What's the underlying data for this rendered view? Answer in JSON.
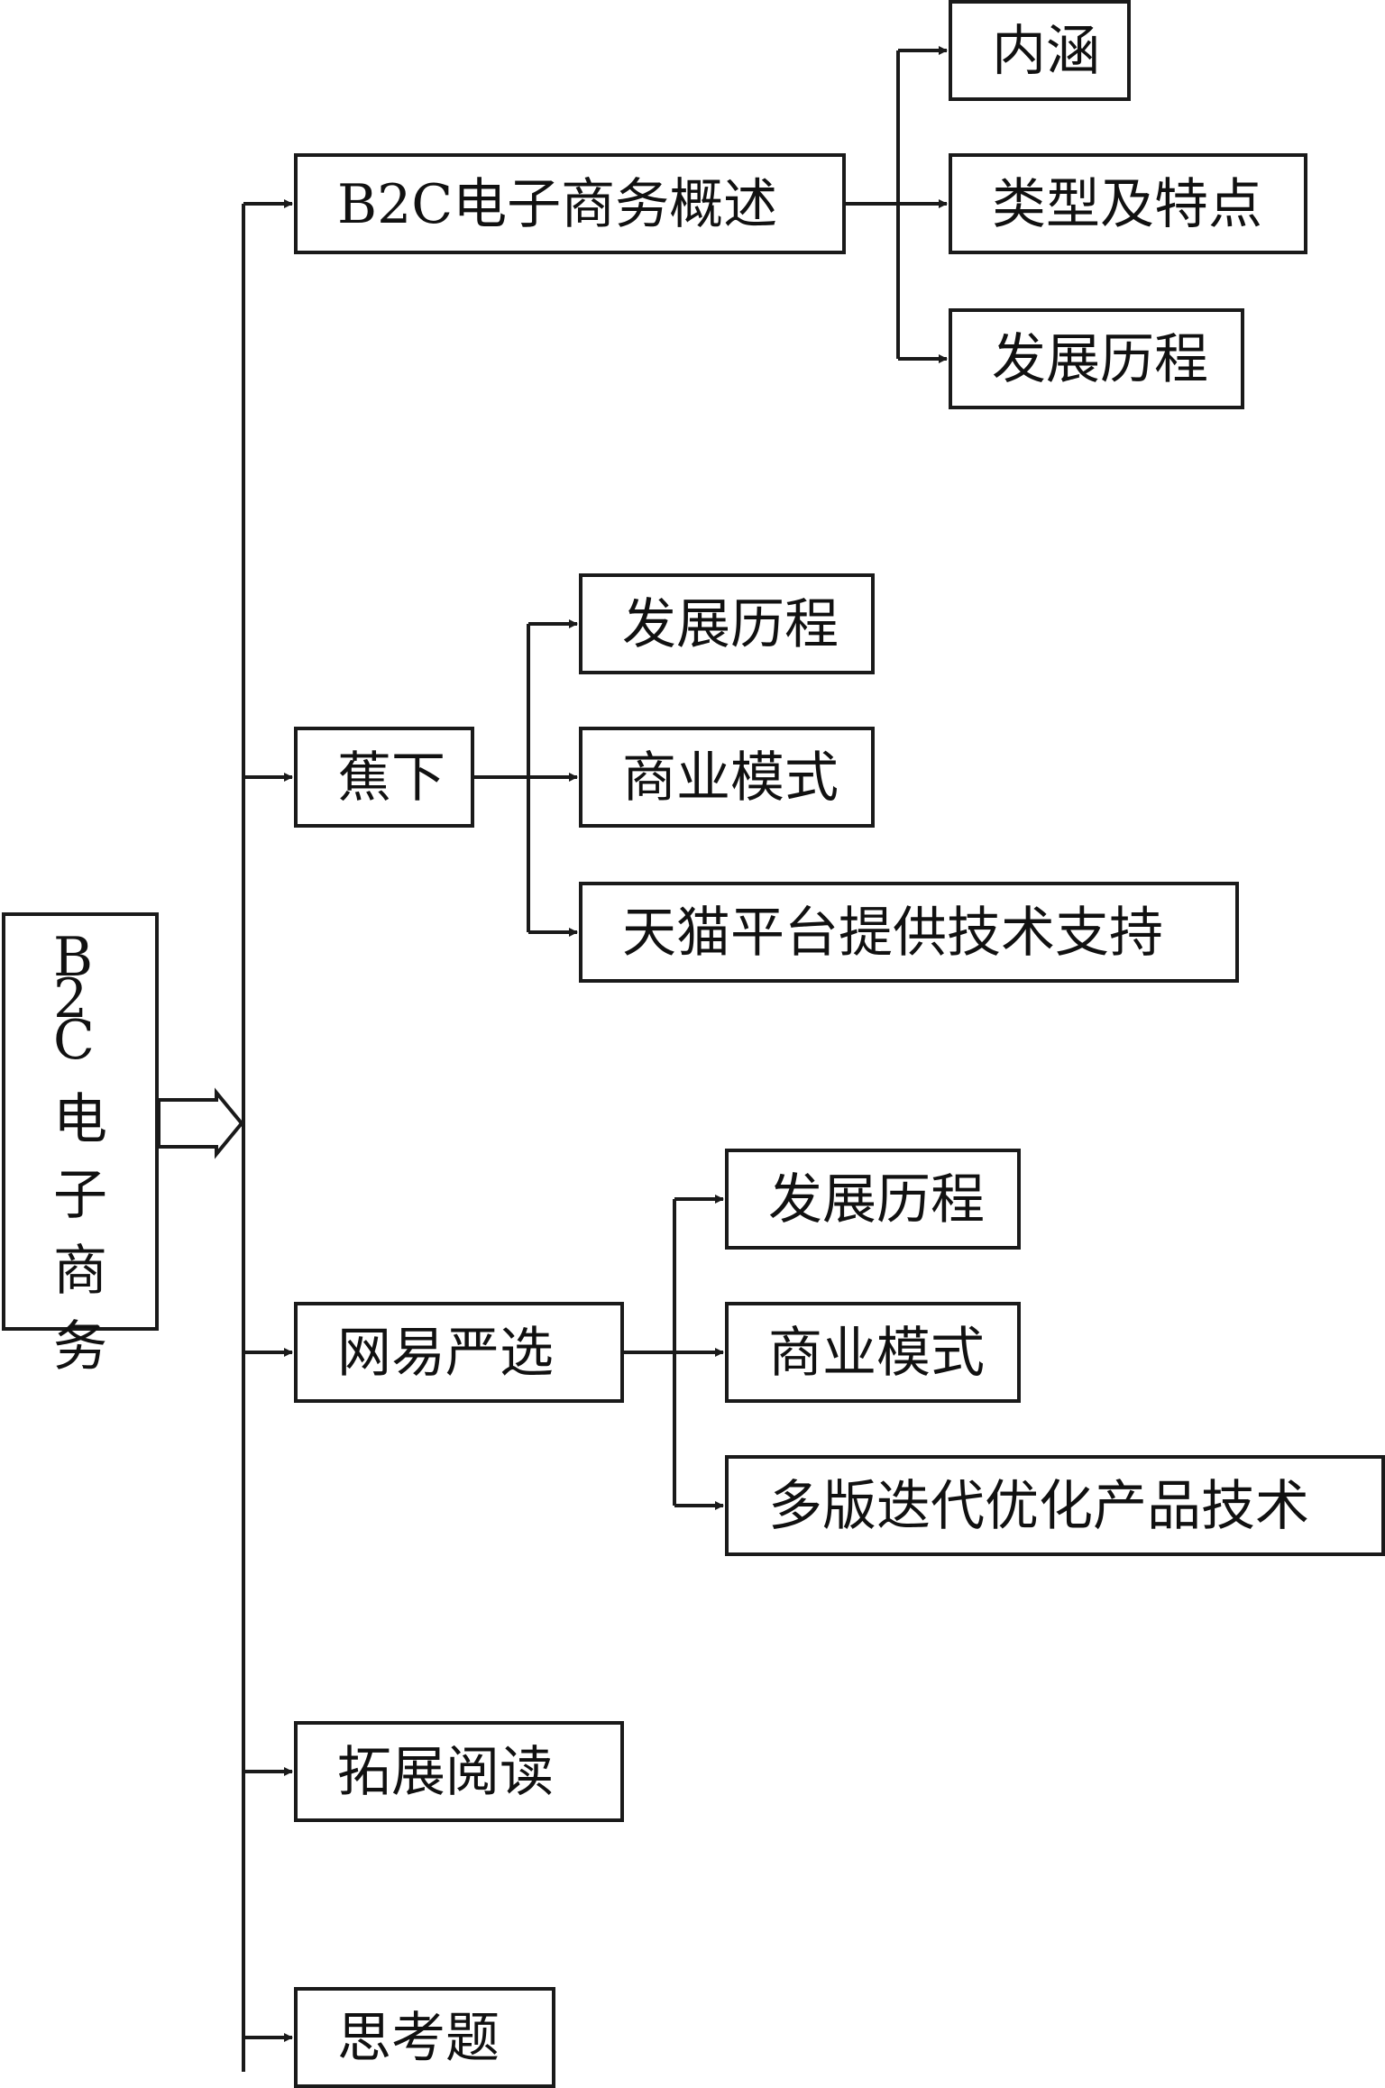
{
  "root": {
    "label": "B2C 电子商务"
  },
  "branches": [
    {
      "label": "B2C电子商务概述",
      "children": [
        "内涵",
        "类型及特点",
        "发展历程"
      ]
    },
    {
      "label": "蕉下",
      "children": [
        "发展历程",
        "商业模式",
        "天猫平台提供技术支持"
      ]
    },
    {
      "label": "网易严选",
      "children": [
        "发展历程",
        "商业模式",
        "多版迭代优化产品技术"
      ]
    },
    {
      "label": "拓展阅读",
      "children": []
    },
    {
      "label": "思考题",
      "children": []
    }
  ]
}
